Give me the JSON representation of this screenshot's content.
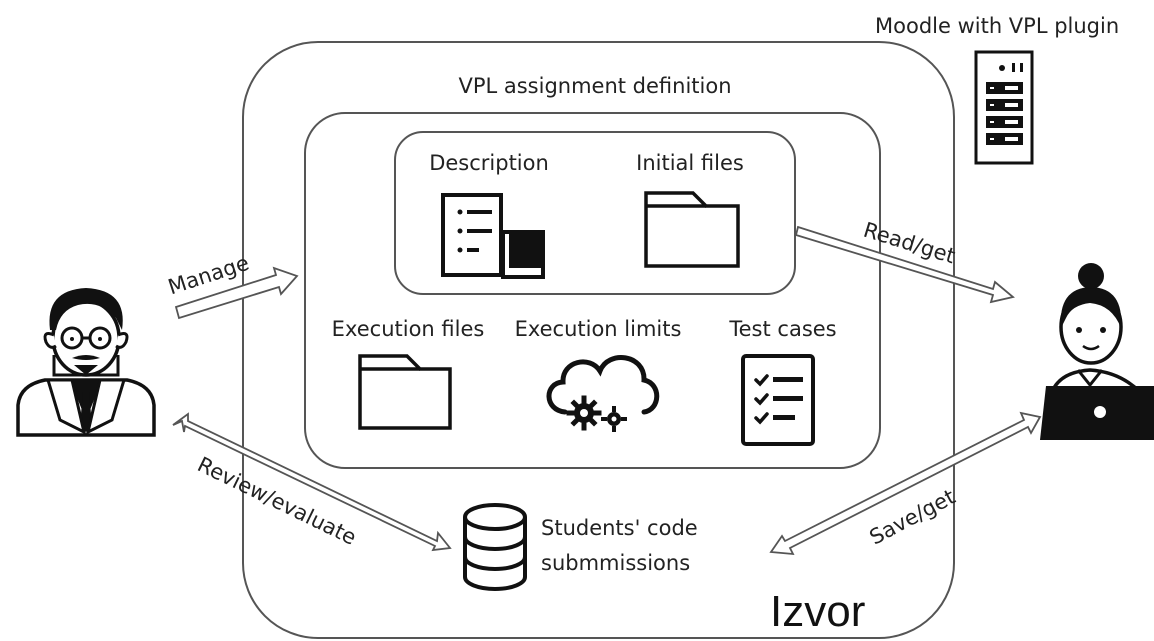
{
  "server": {
    "label": "Moodle with VPL plugin",
    "icon": "server-icon"
  },
  "assignment": {
    "title": "VPL assignment definition",
    "items": [
      {
        "label": "Description",
        "icon": "document-book-icon"
      },
      {
        "label": "Initial files",
        "icon": "folder-icon"
      },
      {
        "label": "Execution files",
        "icon": "folder-icon"
      },
      {
        "label": "Execution limits",
        "icon": "cloud-gears-icon"
      },
      {
        "label": "Test cases",
        "icon": "checklist-icon"
      }
    ]
  },
  "submissions": {
    "line1": "Students' code",
    "line2": "submmissions",
    "icon": "database-icon"
  },
  "actors": {
    "teacher_icon": "teacher-icon",
    "student_icon": "student-laptop-icon"
  },
  "arrows": {
    "manage": "Manage",
    "read_get": "Read/get",
    "review_evaluate": "Review/evaluate",
    "save_get": "Save/get"
  },
  "source": "Izvor"
}
